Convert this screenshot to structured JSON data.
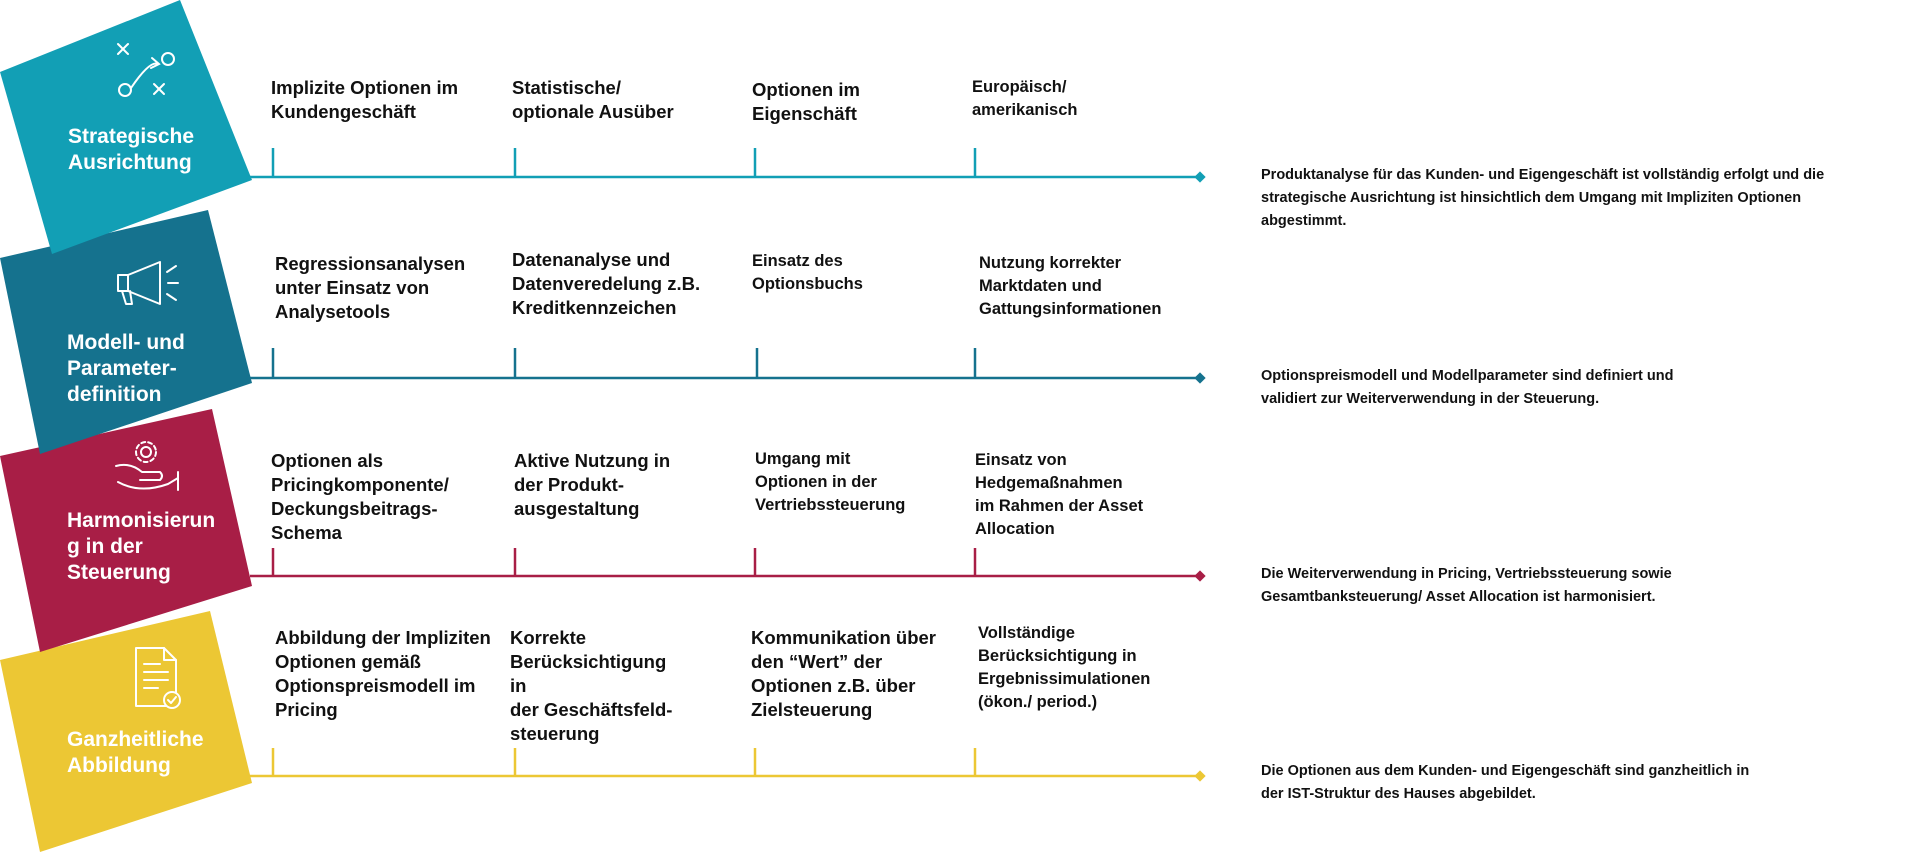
{
  "colors": {
    "teal": "#129fb5",
    "petrol": "#15728e",
    "berry": "#a81e46",
    "yellow": "#ecc734",
    "text": "#111111"
  },
  "rows": [
    {
      "label": "Strategische\nAusrichtung",
      "icon": "strategy-play-icon",
      "color": "#129fb5",
      "items": [
        "Implizite Optionen im\nKundengeschäft",
        "Statistische/\noptionale Ausüber",
        "Optionen im\nEigenschäft",
        "Europäisch/\namerikanisch"
      ],
      "result": "Produktanalyse für das Kunden- und Eigengeschäft ist vollständig erfolgt und die\nstrategische Ausrichtung ist hinsichtlich dem Umgang mit Impliziten Optionen\nabgestimmt."
    },
    {
      "label": "Modell- und\nParameter-\ndefinition",
      "icon": "megaphone-icon",
      "color": "#15728e",
      "items": [
        "Regressionsanalysen\nunter Einsatz von\nAnalysetools",
        "Datenanalyse und\nDatenveredelung z.B.\nKreditkennzeichen",
        "Einsatz des\nOptionsbuchs",
        "Nutzung korrekter\nMarktdaten und\nGattungsinformationen"
      ],
      "result": "Optionspreismodell und Modellparameter sind definiert und\nvalidiert zur Weiterverwendung in der Steuerung."
    },
    {
      "label": "Harmonisierun\ng in der\nSteuerung",
      "icon": "hand-gear-icon",
      "color": "#a81e46",
      "items": [
        "Optionen als\nPricingkomponente/\nDeckungsbeitrags-\nSchema",
        "Aktive Nutzung in\nder Produkt-\nausgestaltung",
        "Umgang mit\nOptionen in der\nVertriebssteuerung",
        "Einsatz von\nHedgemaßnahmen\nim Rahmen der Asset\nAllocation"
      ],
      "result": "Die Weiterverwendung in Pricing, Vertriebssteuerung sowie\nGesamtbanksteuerung/ Asset Allocation ist harmonisiert."
    },
    {
      "label": "Ganzheitliche\nAbbildung",
      "icon": "document-check-icon",
      "color": "#ecc734",
      "items": [
        "Abbildung der Impliziten\nOptionen gemäß\nOptionspreismodell im\nPricing",
        "Korrekte\nBerücksichtigung\nin\nder Geschäftsfeld-\nsteuerung",
        "Kommunikation über\nden “Wert” der\nOptionen z.B. über\nZielsteuerung",
        "Vollständige\nBerücksichtigung in\nErgebnissimulationen\n(ökon./ period.)"
      ],
      "result": "Die Optionen aus dem Kunden- und Eigengeschäft sind ganzheitlich in\nder IST-Struktur des Hauses abgebildet."
    }
  ]
}
